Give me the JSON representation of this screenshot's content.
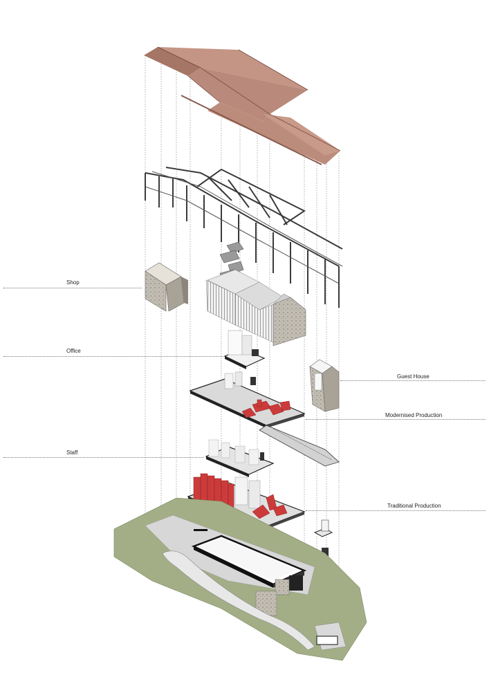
{
  "labels": {
    "shop": "Shop",
    "office": "Office",
    "guest_house": "Guest House",
    "modernised_production": "Modernised Production",
    "staff": "Staff",
    "traditional_production": "Traditional Production"
  },
  "colors": {
    "roof": "#b98a7c",
    "roof_dark": "#8a5a4c",
    "frame": "#3a3a3a",
    "machinery": "#cc3b3b",
    "site": "#a3ae86",
    "slab": "#d7d7d7",
    "stone": "#b8b3a8"
  }
}
